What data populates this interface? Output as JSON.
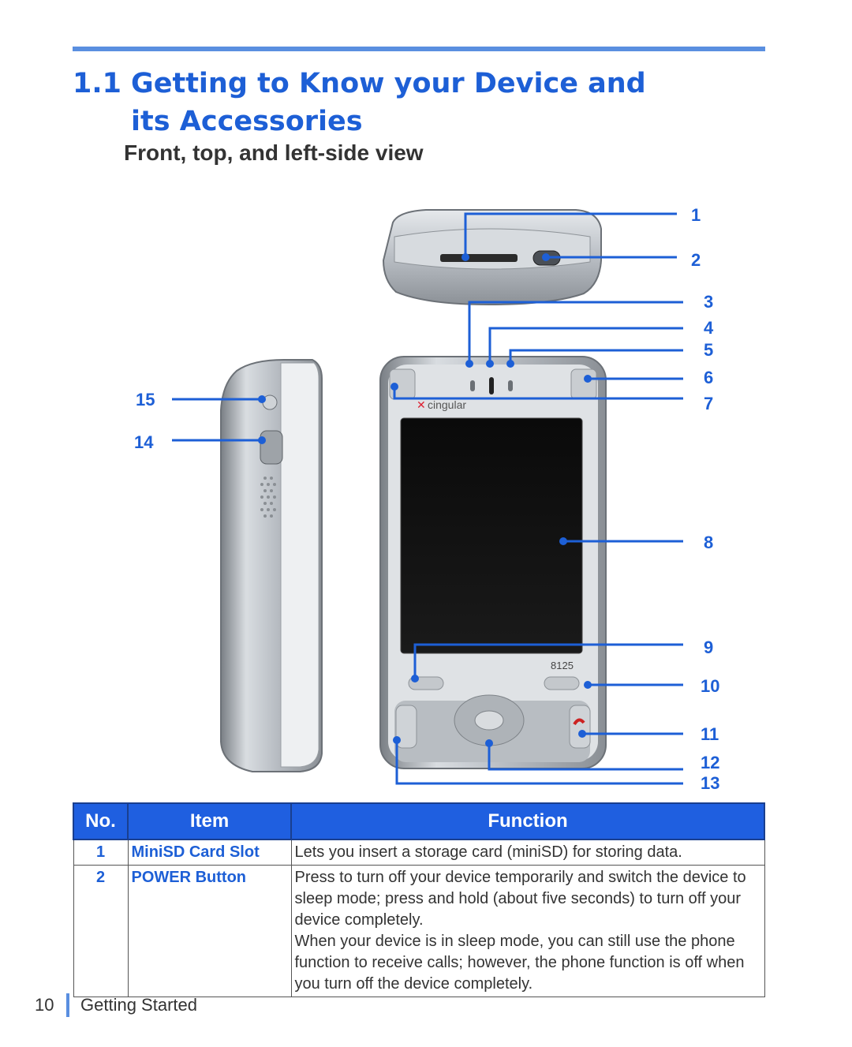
{
  "page": {
    "section_number": "1.1",
    "title_line1": "Getting to Know your Device and",
    "title_line2": "its Accessories",
    "subtitle": "Front, top, and left-side view"
  },
  "device": {
    "brand": "cingular",
    "model": "8125"
  },
  "callouts": {
    "c1": "1",
    "c2": "2",
    "c3": "3",
    "c4": "4",
    "c5": "5",
    "c6": "6",
    "c7": "7",
    "c8": "8",
    "c9": "9",
    "c10": "10",
    "c11": "11",
    "c12": "12",
    "c13": "13",
    "c14": "14",
    "c15": "15"
  },
  "table": {
    "headers": {
      "no": "No.",
      "item": "Item",
      "function": "Function"
    },
    "rows": [
      {
        "no": "1",
        "item": "MiniSD Card Slot",
        "function": [
          "Lets you insert a storage card (miniSD) for storing data."
        ]
      },
      {
        "no": "2",
        "item": "POWER Button",
        "function": [
          "Press to turn off your device temporarily and switch the device to sleep mode; press and hold (about five seconds) to turn off your device completely.",
          "When your device is in sleep mode, you can still use the phone function to receive calls; however, the phone function is off when you turn off the device completely."
        ]
      }
    ]
  },
  "footer": {
    "page_number": "10",
    "section": "Getting Started"
  },
  "colors": {
    "accent": "#1d5fd6",
    "rule": "#5a8fe0",
    "header_bg": "#1f5fe0"
  }
}
